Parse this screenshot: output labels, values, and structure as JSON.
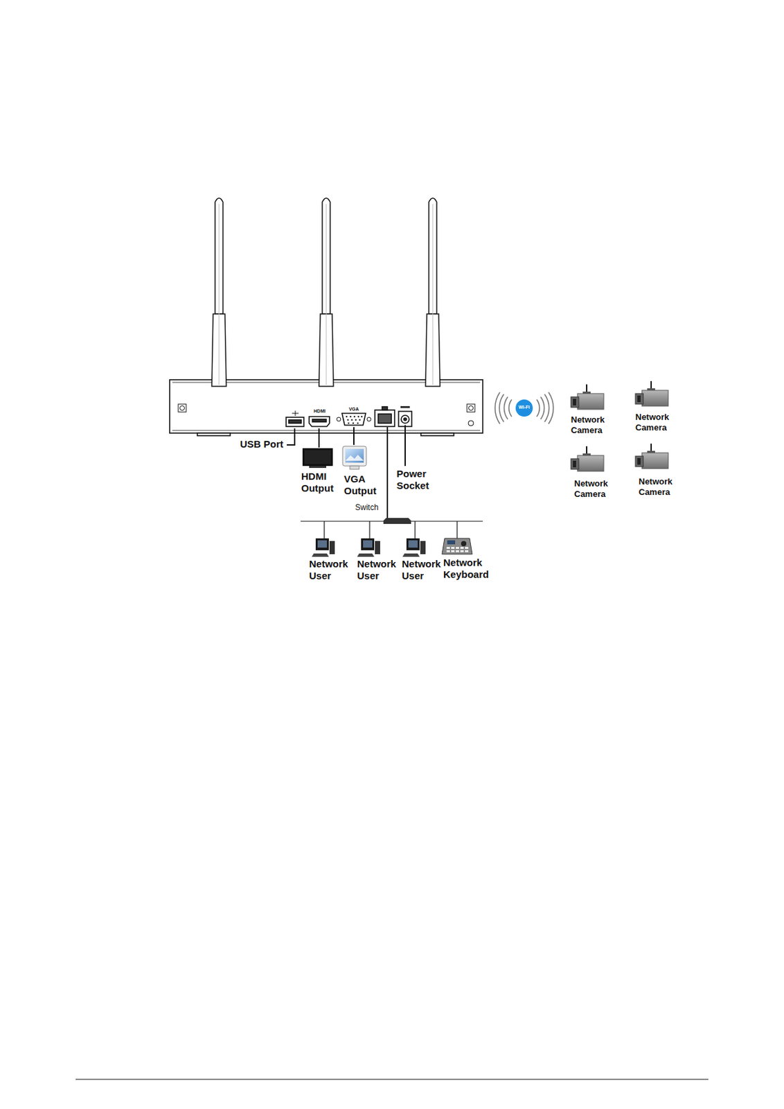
{
  "diagram": {
    "labels": [
      "USB Port",
      "HDMI Output",
      "VGA Output",
      "Power Socket",
      "Switch",
      "Network User",
      "Network User",
      "Network User",
      "Network Keyboard",
      "Network Camera",
      "Network Camera",
      "Network Camera",
      "Network Camera",
      "HDMI",
      "VGA",
      "Wi-Fi"
    ]
  }
}
